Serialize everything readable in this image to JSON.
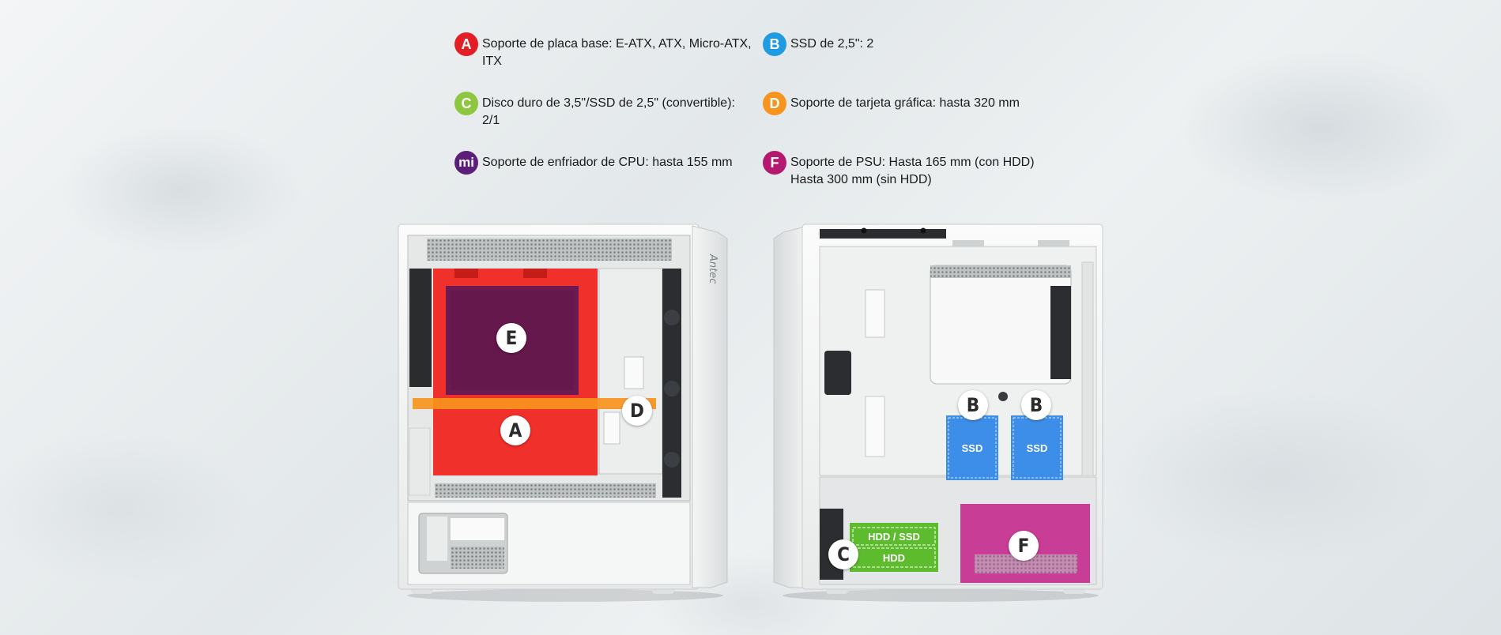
{
  "specs": [
    {
      "letter": "A",
      "color": "#e31e24",
      "text": "Soporte de placa base: E-ATX, ATX, Micro-ATX,\nITX"
    },
    {
      "letter": "B",
      "color": "#1e9be3",
      "text": "SSD de 2,5\": 2"
    },
    {
      "letter": "C",
      "color": "#8dc63f",
      "text": "Disco duro de 3,5\"/SSD de 2,5\" (convertible):\n2/1"
    },
    {
      "letter": "D",
      "color": "#f7941d",
      "text": "Soporte de tarjeta gráfica: hasta 320 mm"
    },
    {
      "letter": "mi",
      "color": "#5b1f7a",
      "text": "Soporte de enfriador de CPU: hasta 155 mm"
    },
    {
      "letter": "F",
      "color": "#b5186f",
      "text": "Soporte de PSU: Hasta 165 mm (con HDD)\n                    Hasta 300 mm (sin HDD)"
    }
  ],
  "left_case": {
    "brand": "Antec",
    "labels": {
      "e": "E",
      "a": "A",
      "d": "D"
    },
    "colors": {
      "motherboard": "#f0302a",
      "cpu_cooler": "#6e1a52",
      "gpu": "#f7941d"
    }
  },
  "right_case": {
    "labels": {
      "b1": "B",
      "b2": "B",
      "c": "C",
      "f": "F"
    },
    "ssd_label": "SSD",
    "hdd_ssd_label": "HDD / SSD",
    "hdd_label": "HDD",
    "colors": {
      "ssd": "#3d8ee8",
      "hdd": "#5dbb2e",
      "psu": "#c42a8c"
    }
  }
}
